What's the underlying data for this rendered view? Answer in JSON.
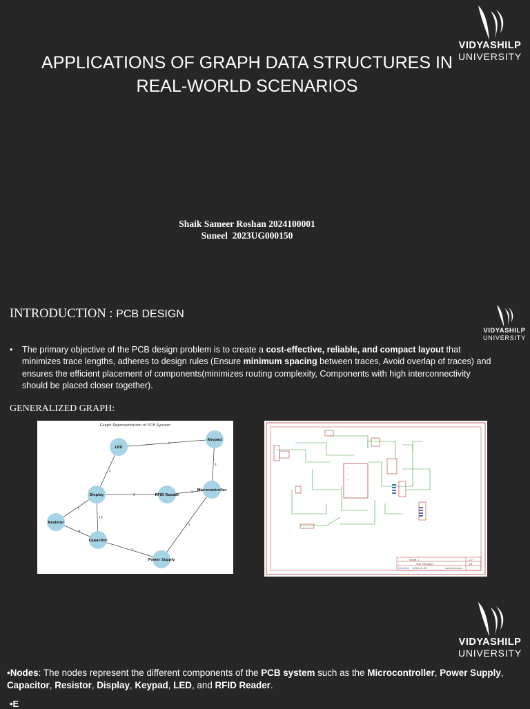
{
  "logo": {
    "line1": "VIDYASHILP",
    "line2": "UNIVERSITY"
  },
  "slide1": {
    "title": "APPLICATIONS OF GRAPH DATA STRUCTURES IN REAL-WORLD SCENARIOS",
    "authors": [
      "Shaik Sameer Roshan 2024100001",
      "Suneel  2023UG000150"
    ]
  },
  "slide2": {
    "heading": "INTRODUCTION :",
    "heading_sub": "PCB DESIGN",
    "bullet": {
      "t1": "The primary objective of the PCB design problem is to create a ",
      "b1": "cost-effective, reliable, and compact layout",
      "t2": " that minimizes trace lengths, adheres to design rules (Ensure ",
      "b2": "minimum spacing",
      "t3": " between traces, Avoid overlap of traces) and ensures the efficient placement of components(minimizes routing complexity, Components with high interconnectivity should be placed closer together)."
    },
    "generalized_heading": "GENERALIZED GRAPH:",
    "graph": {
      "title": "Graph Representation of PCB System",
      "nodes": [
        "LED",
        "Keypad",
        "Display",
        "RFID Reader",
        "Microcontroller",
        "Resistor",
        "Capacitor",
        "Power Supply"
      ],
      "edges": [
        {
          "from": "LED",
          "to": "Keypad",
          "weight": "3"
        },
        {
          "from": "LED",
          "to": "Display",
          "weight": "2"
        },
        {
          "from": "Keypad",
          "to": "Microcontroller",
          "weight": "4"
        },
        {
          "from": "Display",
          "to": "RFID Reader",
          "weight": "2"
        },
        {
          "from": "RFID Reader",
          "to": "Microcontroller",
          "weight": "3"
        },
        {
          "from": "Display",
          "to": "Resistor",
          "weight": "5"
        },
        {
          "from": "Display",
          "to": "Capacitor",
          "weight": "10"
        },
        {
          "from": "Resistor",
          "to": "Capacitor",
          "weight": "4"
        },
        {
          "from": "Capacitor",
          "to": "Power Supply",
          "weight": "3"
        },
        {
          "from": "Microcontroller",
          "to": "Power Supply",
          "weight": "5"
        }
      ]
    },
    "schematic": {
      "sheet": "Sheet_1",
      "company": "Your Company",
      "date": "2023-11-25",
      "brand": "EasyEDA",
      "rev": "1.0",
      "sheet_no": "1/1",
      "drawn_by": "SAMEERSHAIK2601"
    }
  },
  "slide3": {
    "nodes_para": {
      "t0": "•",
      "b0": "Nodes",
      "t1": ": The nodes represent the different components of the ",
      "b1": "PCB system",
      "t2": " such as the ",
      "b2": "Microcontroller",
      "t3": ", ",
      "b3": "Power Supply",
      "t4": ", ",
      "b4": "Capacitor",
      "t5": ", ",
      "b5": "Resistor",
      "t6": ", ",
      "b6": "Display",
      "t7": ", ",
      "b7": "Keypad",
      "t8": ", ",
      "b8": "LED",
      "t9": ", and ",
      "b9": "RFID Reader",
      "t10": "."
    },
    "trailing": "•E"
  }
}
